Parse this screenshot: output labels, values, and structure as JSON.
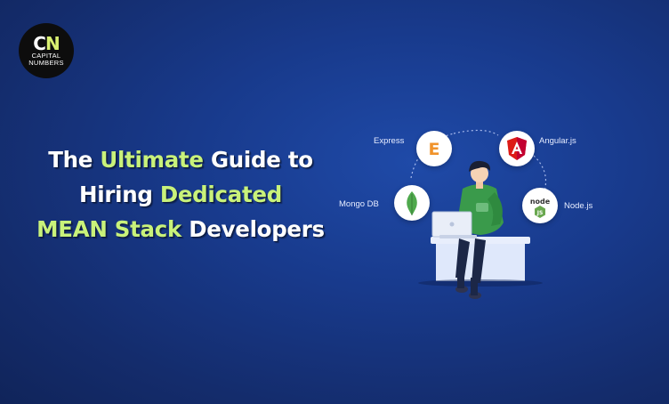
{
  "brand": {
    "mark_c": "C",
    "mark_n": "N",
    "line1": "CAPITAL",
    "line2": "NUMBERS"
  },
  "headline": {
    "l1_a": "The ",
    "l1_b": "Ultimate",
    "l1_c": " Guide to",
    "l2_a": "Hiring ",
    "l2_b": "Dedicated",
    "l3_a": "MEAN Stack",
    "l3_b": " Developers"
  },
  "tech": {
    "express": "Express",
    "angular": "Angular.js",
    "mongo": "Mongo DB",
    "node": "Node.js"
  },
  "colors": {
    "highlight": "#c9f27a",
    "express_orange": "#f0932b",
    "angular_red": "#dd1b16",
    "mongo_green": "#4fa94d",
    "node_green": "#6aa84f",
    "shirt_green": "#3a9a4b"
  },
  "icons": {
    "express": "express-letter-icon",
    "angular": "angular-shield-icon",
    "mongo": "mongodb-leaf-icon",
    "node": "nodejs-hexagon-icon"
  }
}
